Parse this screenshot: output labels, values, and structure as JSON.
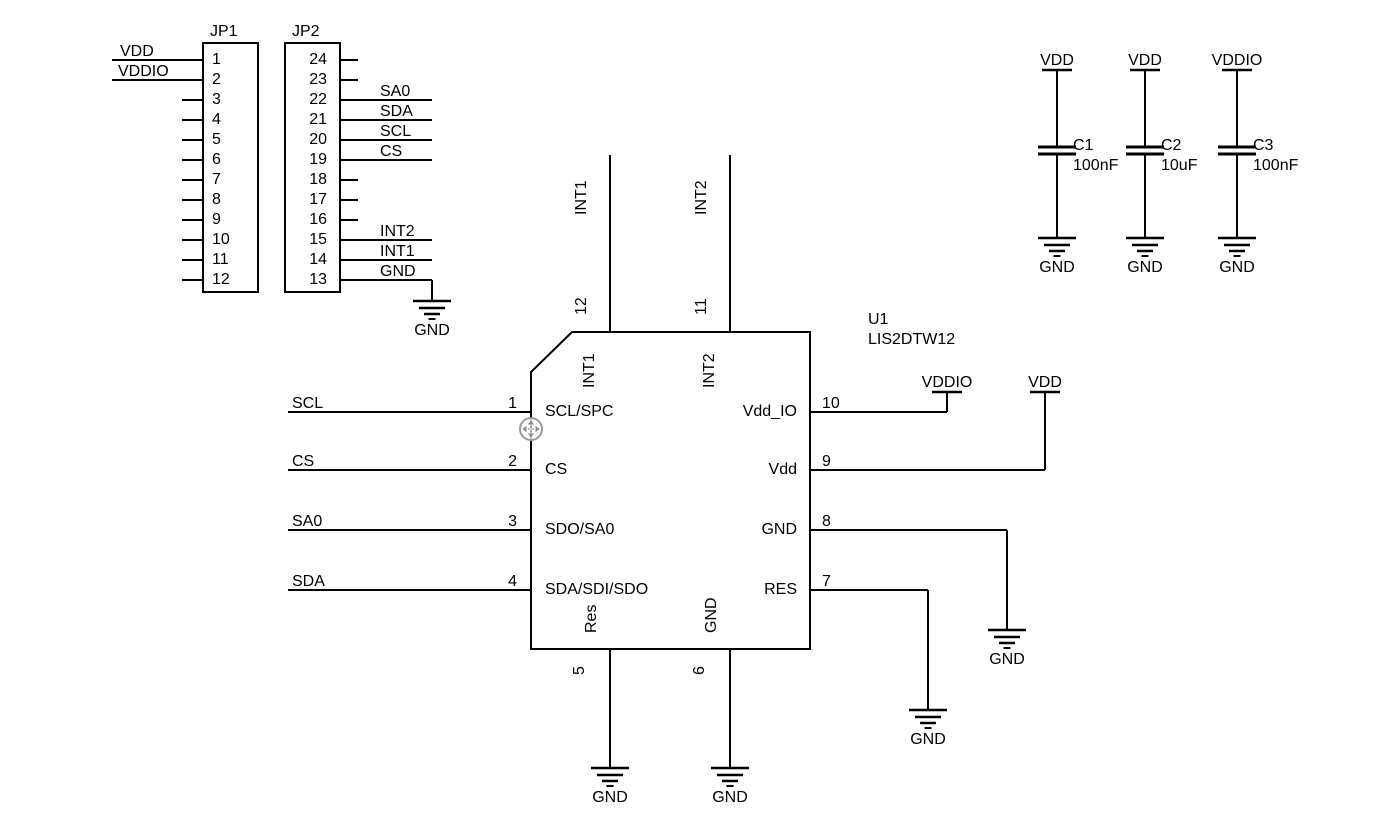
{
  "sheet": {
    "background": "#ffffff",
    "line_color": "#000000",
    "cursor_color": "#9a9a9a"
  },
  "connectors": {
    "jp1": {
      "label": "JP1",
      "pins": [
        {
          "n": "1",
          "net": "VDD"
        },
        {
          "n": "2",
          "net": "VDDIO"
        },
        {
          "n": "3",
          "net": ""
        },
        {
          "n": "4",
          "net": ""
        },
        {
          "n": "5",
          "net": ""
        },
        {
          "n": "6",
          "net": ""
        },
        {
          "n": "7",
          "net": ""
        },
        {
          "n": "8",
          "net": ""
        },
        {
          "n": "9",
          "net": ""
        },
        {
          "n": "10",
          "net": ""
        },
        {
          "n": "11",
          "net": ""
        },
        {
          "n": "12",
          "net": ""
        }
      ]
    },
    "jp2": {
      "label": "JP2",
      "pins": [
        {
          "n": "24",
          "net": ""
        },
        {
          "n": "23",
          "net": ""
        },
        {
          "n": "22",
          "net": "SA0"
        },
        {
          "n": "21",
          "net": "SDA"
        },
        {
          "n": "20",
          "net": "SCL"
        },
        {
          "n": "19",
          "net": "CS"
        },
        {
          "n": "18",
          "net": ""
        },
        {
          "n": "17",
          "net": ""
        },
        {
          "n": "16",
          "net": ""
        },
        {
          "n": "15",
          "net": "INT2"
        },
        {
          "n": "14",
          "net": "INT1"
        },
        {
          "n": "13",
          "net": "GND"
        }
      ]
    }
  },
  "ic": {
    "ref": "U1",
    "part": "LIS2DTW12",
    "left_pins": [
      {
        "n": "1",
        "name": "SCL/SPC",
        "net": "SCL"
      },
      {
        "n": "2",
        "name": "CS",
        "net": "CS"
      },
      {
        "n": "3",
        "name": "SDO/SA0",
        "net": "SA0"
      },
      {
        "n": "4",
        "name": "SDA/SDI/SDO",
        "net": "SDA"
      }
    ],
    "right_pins": [
      {
        "n": "10",
        "name": "Vdd_IO",
        "net": "VDDIO"
      },
      {
        "n": "9",
        "name": "Vdd",
        "net": "VDD"
      },
      {
        "n": "8",
        "name": "GND",
        "net": "GND"
      },
      {
        "n": "7",
        "name": "RES",
        "net": "GND"
      }
    ],
    "top_pins": [
      {
        "n": "12",
        "name": "INT1",
        "net": "INT1"
      },
      {
        "n": "11",
        "name": "INT2",
        "net": "INT2"
      }
    ],
    "bottom_pins": [
      {
        "n": "5",
        "name": "Res",
        "net": "GND"
      },
      {
        "n": "6",
        "name": "GND",
        "net": "GND"
      }
    ]
  },
  "capacitors": [
    {
      "ref": "C1",
      "value": "100nF",
      "rail": "VDD"
    },
    {
      "ref": "C2",
      "value": "10uF",
      "rail": "VDD"
    },
    {
      "ref": "C3",
      "value": "100nF",
      "rail": "VDDIO"
    }
  ],
  "labels": {
    "gnd": "GND"
  }
}
